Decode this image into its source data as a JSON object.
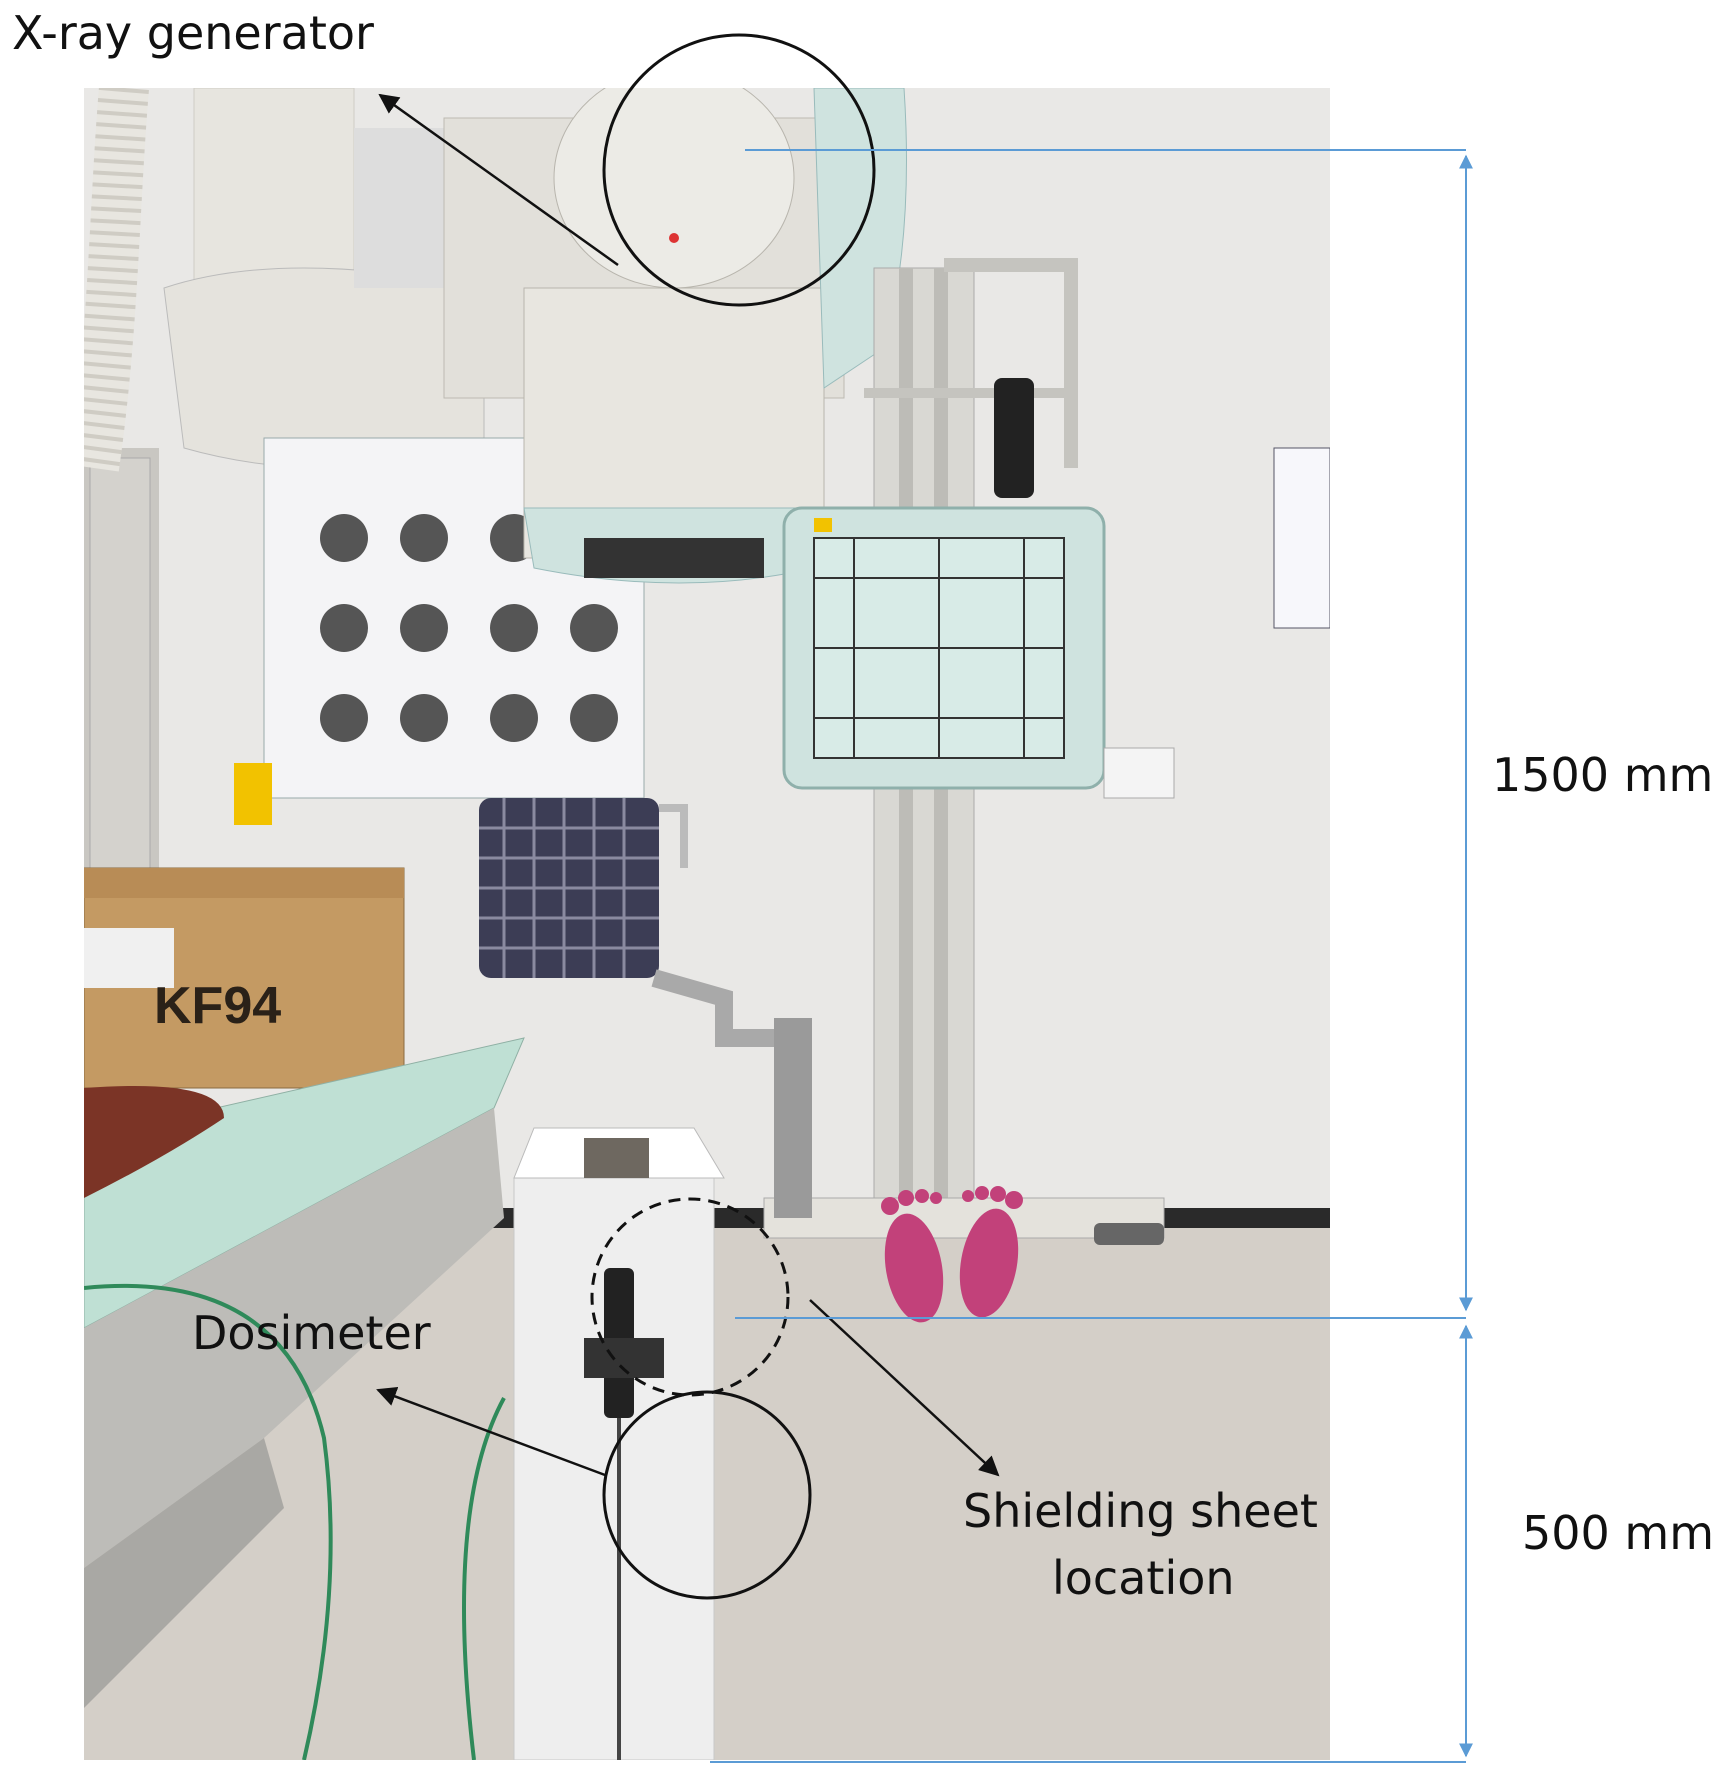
{
  "labels": {
    "xray_generator": "X-ray generator",
    "dosimeter": "Dosimeter",
    "shielding_line1": "Shielding sheet",
    "shielding_line2": "location",
    "dim_upper": "1500 mm",
    "dim_lower": "500 mm"
  },
  "scene": {
    "box_print": "KF94"
  },
  "colors": {
    "dimension_line": "#5b9bd5",
    "annotation": "#111111",
    "wall": "#e9e8e6",
    "floor": "#d4cfc8",
    "equipment": "#e4e2dc",
    "teal_panel": "#cfe3df",
    "floor_sticker": "#c2417a"
  }
}
